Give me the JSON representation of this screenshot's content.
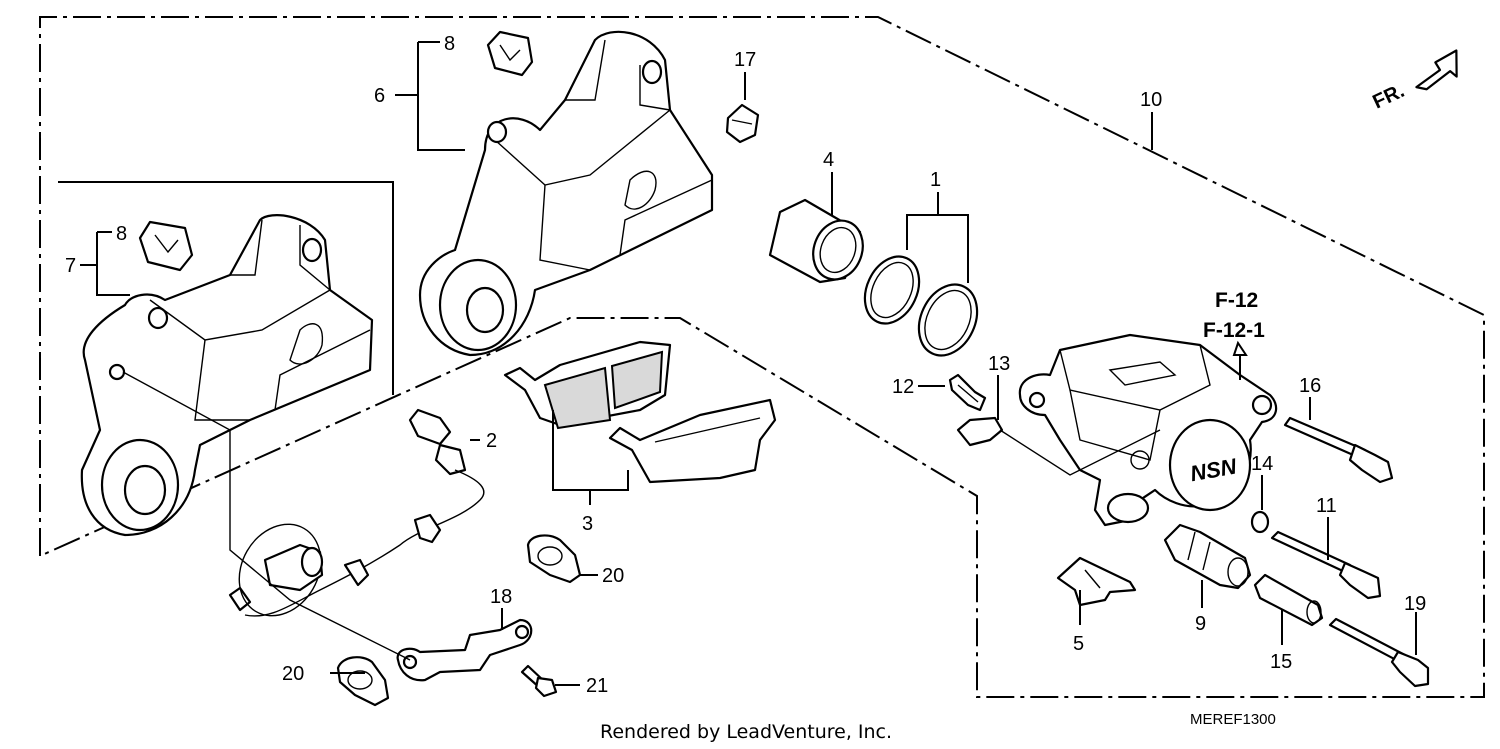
{
  "callouts": {
    "c1": "1",
    "c2": "2",
    "c3": "3",
    "c4": "4",
    "c5": "5",
    "c6": "6",
    "c7": "7",
    "c8a": "8",
    "c8b": "8",
    "c9": "9",
    "c10": "10",
    "c11": "11",
    "c12": "12",
    "c13": "13",
    "c14": "14",
    "c15": "15",
    "c16": "16",
    "c17": "17",
    "c18": "18",
    "c19": "19",
    "c20a": "20",
    "c20b": "20",
    "c21": "21"
  },
  "references": {
    "r1": "F-12",
    "r2": "F-12-1"
  },
  "caliper_marking": "NSN",
  "front_indicator": "FR.",
  "footer": {
    "rendered_by": "Rendered by LeadVenture, Inc.",
    "diagram_code": "MEREF1300"
  }
}
